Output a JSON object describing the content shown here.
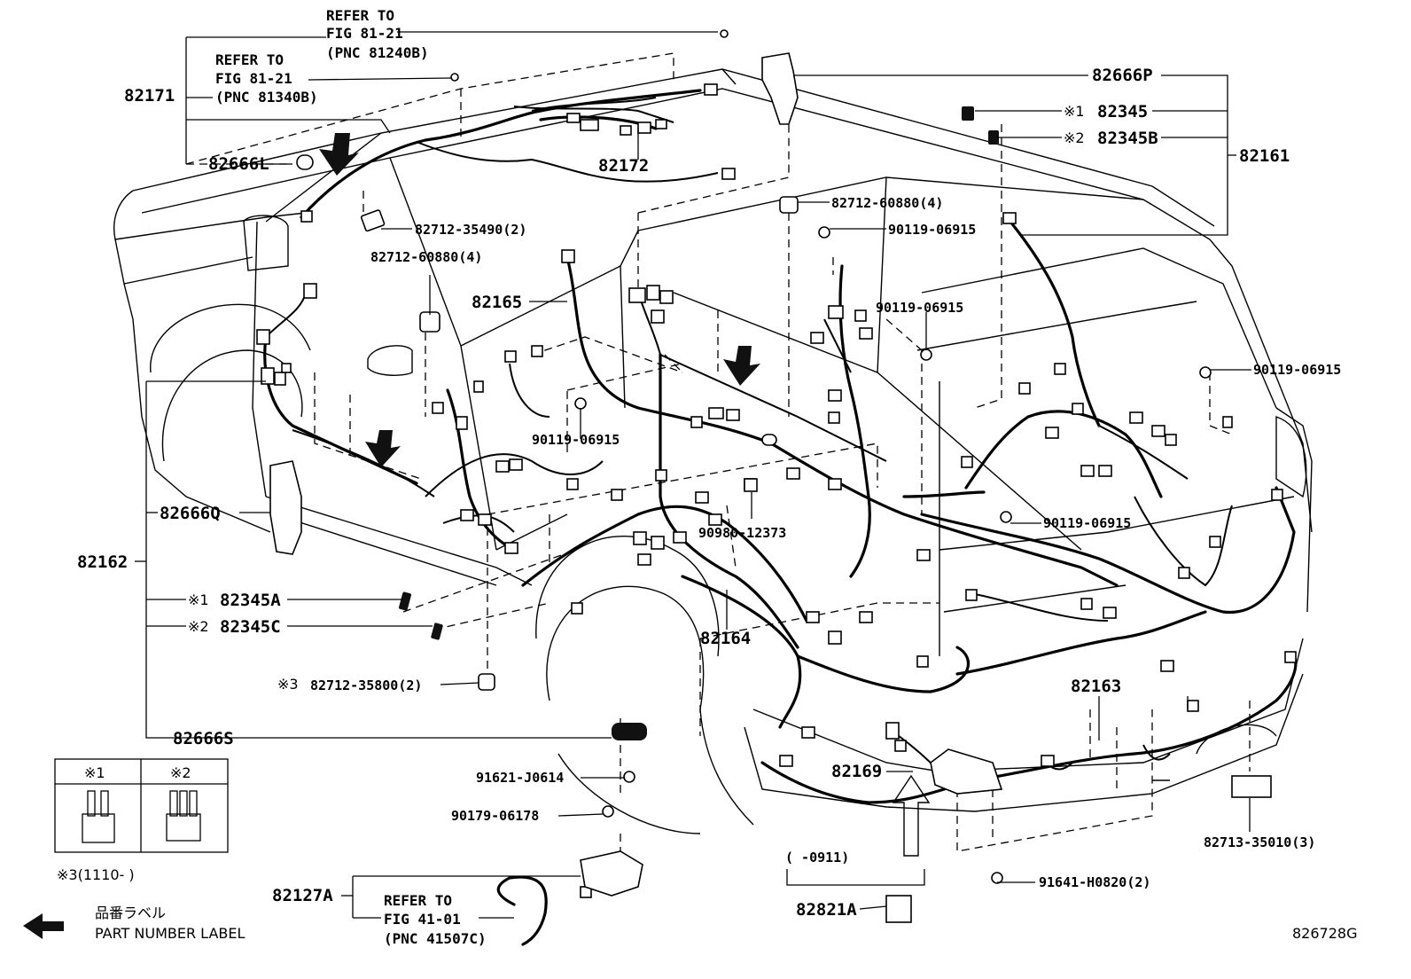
{
  "labels": {
    "refer_top_line1": "REFER TO",
    "refer_top_line2": "FIG 81-21",
    "refer_top_line3": "(PNC 81240B)",
    "refer_second_line1": "REFER TO",
    "refer_second_line2": "FIG 81-21",
    "refer_second_line3": "(PNC 81340B)",
    "p82171": "82171",
    "p82666L": "82666L",
    "p82172": "82172",
    "p82712_35490": "82712-35490(2)",
    "p82712_60880_left": "82712-60880(4)",
    "p82165": "82165",
    "p90119_mid": "90119-06915",
    "p82666Q": "82666Q",
    "p82162": "82162",
    "p82345A_mark": "※1",
    "p82345A": "82345A",
    "p82345C_mark": "※2",
    "p82345C": "82345C",
    "p82712_35800_mark": "※3",
    "p82712_35800": "82712-35800(2)",
    "p82666S": "82666S",
    "p82164": "82164",
    "p90980": "90980-12373",
    "p82666P": "82666P",
    "p82345_mark": "※1",
    "p82345": "82345",
    "p82345B_mark": "※2",
    "p82345B": "82345B",
    "p82161": "82161",
    "p82712_60880_right": "82712-60880(4)",
    "p90119_r1": "90119-06915",
    "p90119_r2": "90119-06915",
    "p90119_r3": "90119-06915",
    "p90119_r4": "90119-06915",
    "p82163": "82163",
    "p82169": "82169",
    "p91621": "91621-J0614",
    "p90179": "90179-06178",
    "p82127A": "82127A",
    "refer_bottom_line1": "REFER TO",
    "refer_bottom_line2": "FIG 41-01",
    "refer_bottom_line3": "(PNC 41507C)",
    "p82821A": "82821A",
    "range_0911": "(      -0911)",
    "p91641": "91641-H0820(2)",
    "p82713": "82713-35010(3)",
    "legend_mark1": "※1",
    "legend_mark2": "※2",
    "legend_note3": "※3(1110-       )",
    "part_label_jp": "品番ラベル",
    "part_label_en": "PART NUMBER LABEL",
    "figure_id": "826728G"
  }
}
